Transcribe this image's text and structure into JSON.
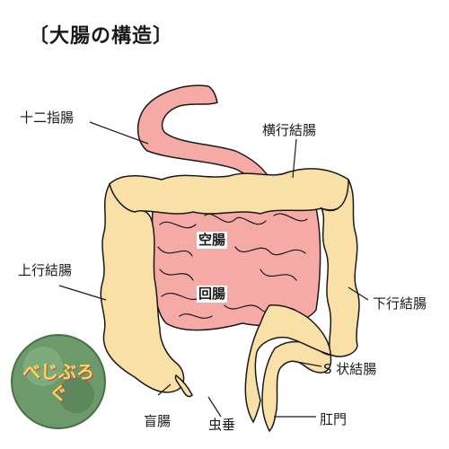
{
  "title": "〔大腸の構造〕",
  "labels": {
    "duodenum": "十二指腸",
    "transverse_colon": "横行結腸",
    "jejunum": "空腸",
    "ileum": "回腸",
    "ascending_colon": "上行結腸",
    "descending_colon": "下行結腸",
    "sigmoid_colon": "S 状結腸",
    "cecum": "盲腸",
    "appendix": "虫垂",
    "anus": "肛門"
  },
  "logo": {
    "text": "べじぶろぐ"
  },
  "colors": {
    "colon_fill": "#f8e0a6",
    "small_intestine_fill": "#f5aaa5",
    "outline": "#1a1a1a",
    "logo_bg": "#6c9a6a"
  }
}
